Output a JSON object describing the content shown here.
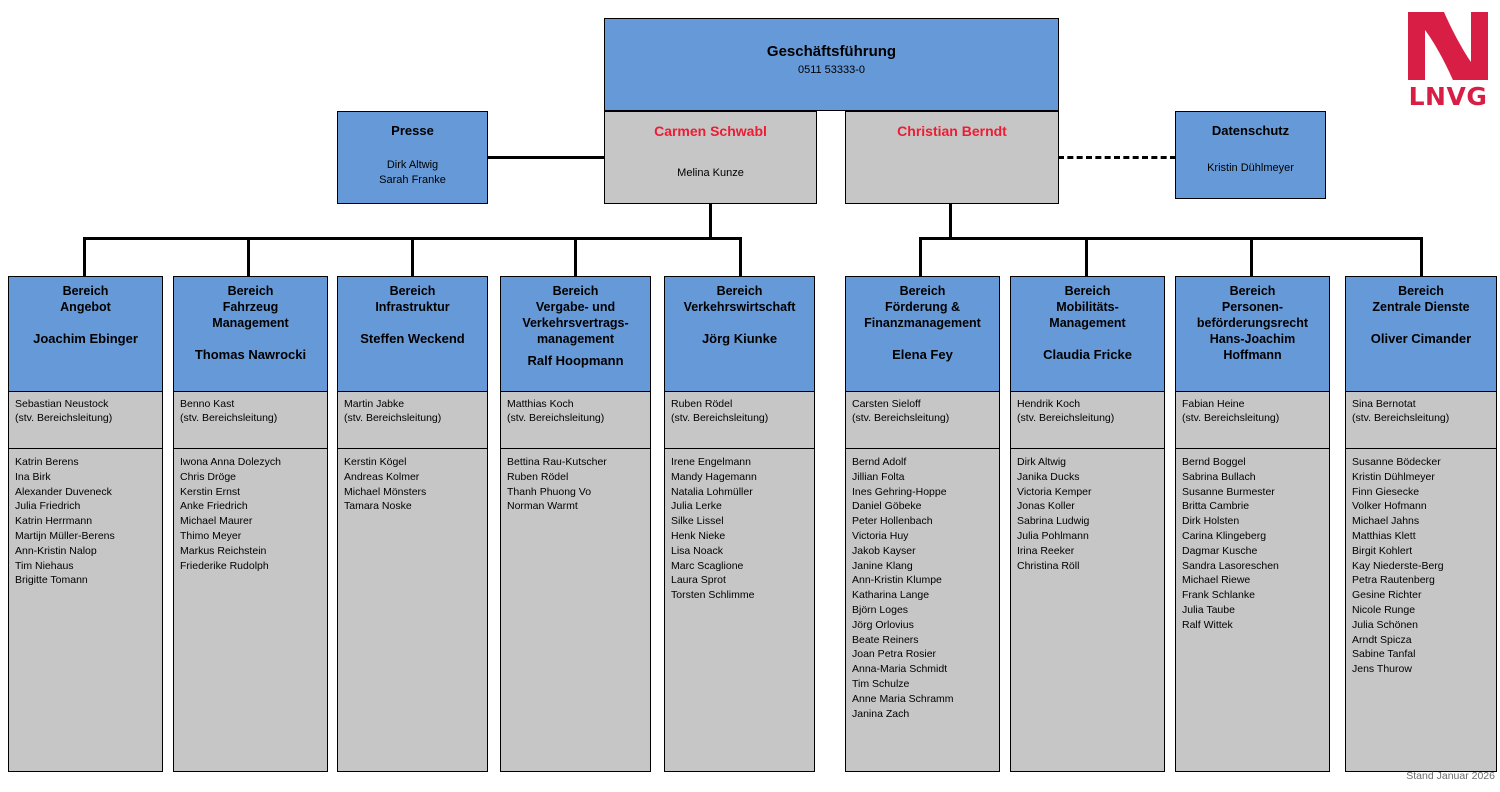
{
  "logo": {
    "wordmark": "LNVG",
    "mark": "stylized-n"
  },
  "footer": {
    "stand": "Stand Januar 2026"
  },
  "top": {
    "management": {
      "title": "Geschäftsführung",
      "phone": "0511 53333-0"
    },
    "director_left": {
      "name": "Carmen Schwabl",
      "assistant": "Melina Kunze"
    },
    "director_right": {
      "name": "Christian Berndt",
      "assistant": ""
    },
    "presse": {
      "title": "Presse",
      "people": [
        "Dirk Altwig",
        "Sarah Franke"
      ]
    },
    "datenschutz": {
      "title": "Datenschutz",
      "people": [
        "Kristin Dühlmeyer"
      ]
    }
  },
  "colors": {
    "blue": "#6699d8",
    "grey": "#c6c6c6",
    "accent_red": "#ed1c33",
    "logo_red": "#d81e44",
    "line": "#000000"
  },
  "departments": [
    {
      "title": "Bereich\nAngebot",
      "lead": "Joachim Ebinger",
      "deputy": "Sebastian Neustock",
      "deputy_role": "(stv. Bereichsleitung)",
      "staff": [
        "Katrin Berens",
        "Ina Birk",
        "Alexander Duveneck",
        "Julia Friedrich",
        "Katrin Herrmann",
        "Martijn Müller-Berens",
        "Ann-Kristin Nalop",
        "Tim Niehaus",
        "Brigitte Tomann"
      ]
    },
    {
      "title": "Bereich\nFahrzeug\nManagement",
      "lead": "Thomas Nawrocki",
      "deputy": "Benno Kast",
      "deputy_role": "(stv. Bereichsleitung)",
      "staff": [
        "Iwona Anna Dolezych",
        "Chris Dröge",
        "Kerstin Ernst",
        "Anke Friedrich",
        "Michael Maurer",
        "Thimo Meyer",
        "Markus Reichstein",
        "Friederike Rudolph"
      ]
    },
    {
      "title": "Bereich\nInfrastruktur",
      "lead": "Steffen Weckend",
      "deputy": "Martin Jabke",
      "deputy_role": "(stv. Bereichsleitung)",
      "staff": [
        "Kerstin Kögel",
        "Andreas Kolmer",
        "Michael Mönsters",
        "Tamara Noske"
      ]
    },
    {
      "title": "Bereich\nVergabe- und\nVerkehrsvertrags-\nmanagement",
      "lead": "Ralf Hoopmann",
      "deputy": "Matthias Koch",
      "deputy_role": "(stv. Bereichsleitung)",
      "staff": [
        "Bettina Rau-Kutscher",
        "Ruben Rödel",
        "Thanh Phuong Vo",
        "Norman Warmt"
      ]
    },
    {
      "title": "Bereich\nVerkehrswirtschaft",
      "lead": "Jörg Kiunke",
      "deputy": "Ruben Rödel",
      "deputy_role": "(stv. Bereichsleitung)",
      "staff": [
        "Irene Engelmann",
        "Mandy Hagemann",
        "Natalia Lohmüller",
        "Julia Lerke",
        "Silke Lissel",
        "Henk Nieke",
        "Lisa Noack",
        "Marc Scaglione",
        "Laura Sprot",
        "Torsten Schlimme"
      ]
    },
    {
      "title": "Bereich\nFörderung &\nFinanzmanagement",
      "lead": "Elena Fey",
      "deputy": "Carsten Sieloff",
      "deputy_role": "(stv. Bereichsleitung)",
      "staff": [
        "Bernd Adolf",
        "Jillian Folta",
        "Ines Gehring-Hoppe",
        "Daniel Göbeke",
        "Peter Hollenbach",
        "Victoria Huy",
        "Jakob Kayser",
        "Janine Klang",
        "Ann-Kristin Klumpe",
        "Katharina Lange",
        "Björn Loges",
        "Jörg Orlovius",
        "Beate Reiners",
        "Joan Petra Rosier",
        "Anna-Maria Schmidt",
        "Tim Schulze",
        "Anne Maria Schramm",
        "Janina Zach"
      ]
    },
    {
      "title": "Bereich\nMobilitäts-\nManagement",
      "lead": "Claudia Fricke",
      "deputy": "Hendrik Koch",
      "deputy_role": "(stv. Bereichsleitung)",
      "staff": [
        "Dirk Altwig",
        "Janika Ducks",
        "Victoria Kemper",
        "Jonas Koller",
        "Sabrina Ludwig",
        "Julia Pohlmann",
        "Irina Reeker",
        "Christina Röll"
      ]
    },
    {
      "title": "Bereich\nPersonen-\nbeförderungsrecht\nHans-Joachim\nHoffmann",
      "lead": "",
      "deputy": "Fabian Heine",
      "deputy_role": "(stv. Bereichsleitung)",
      "staff": [
        "Bernd Boggel",
        "Sabrina Bullach",
        "Susanne Burmester",
        "Britta Cambrie",
        "Dirk Holsten",
        "Carina Klingeberg",
        "Dagmar Kusche",
        "Sandra Lasoreschen",
        "Michael Riewe",
        "Frank Schlanke",
        "Julia Taube",
        "Ralf Wittek"
      ]
    },
    {
      "title": "Bereich\nZentrale Dienste",
      "lead": "Oliver Cimander",
      "deputy": "Sina Bernotat",
      "deputy_role": "(stv. Bereichsleitung)",
      "staff": [
        "Susanne Bödecker",
        "Kristin Dühlmeyer",
        "Finn Giesecke",
        "Volker Hofmann",
        "Michael Jahns",
        "Matthias Klett",
        "Birgit Kohlert",
        "Kay Niederste-Berg",
        "Petra Rautenberg",
        "Gesine Richter",
        "Nicole Runge",
        "Julia Schönen",
        "Arndt Spicza",
        "Sabine Tanfal",
        "Jens Thurow"
      ]
    }
  ]
}
